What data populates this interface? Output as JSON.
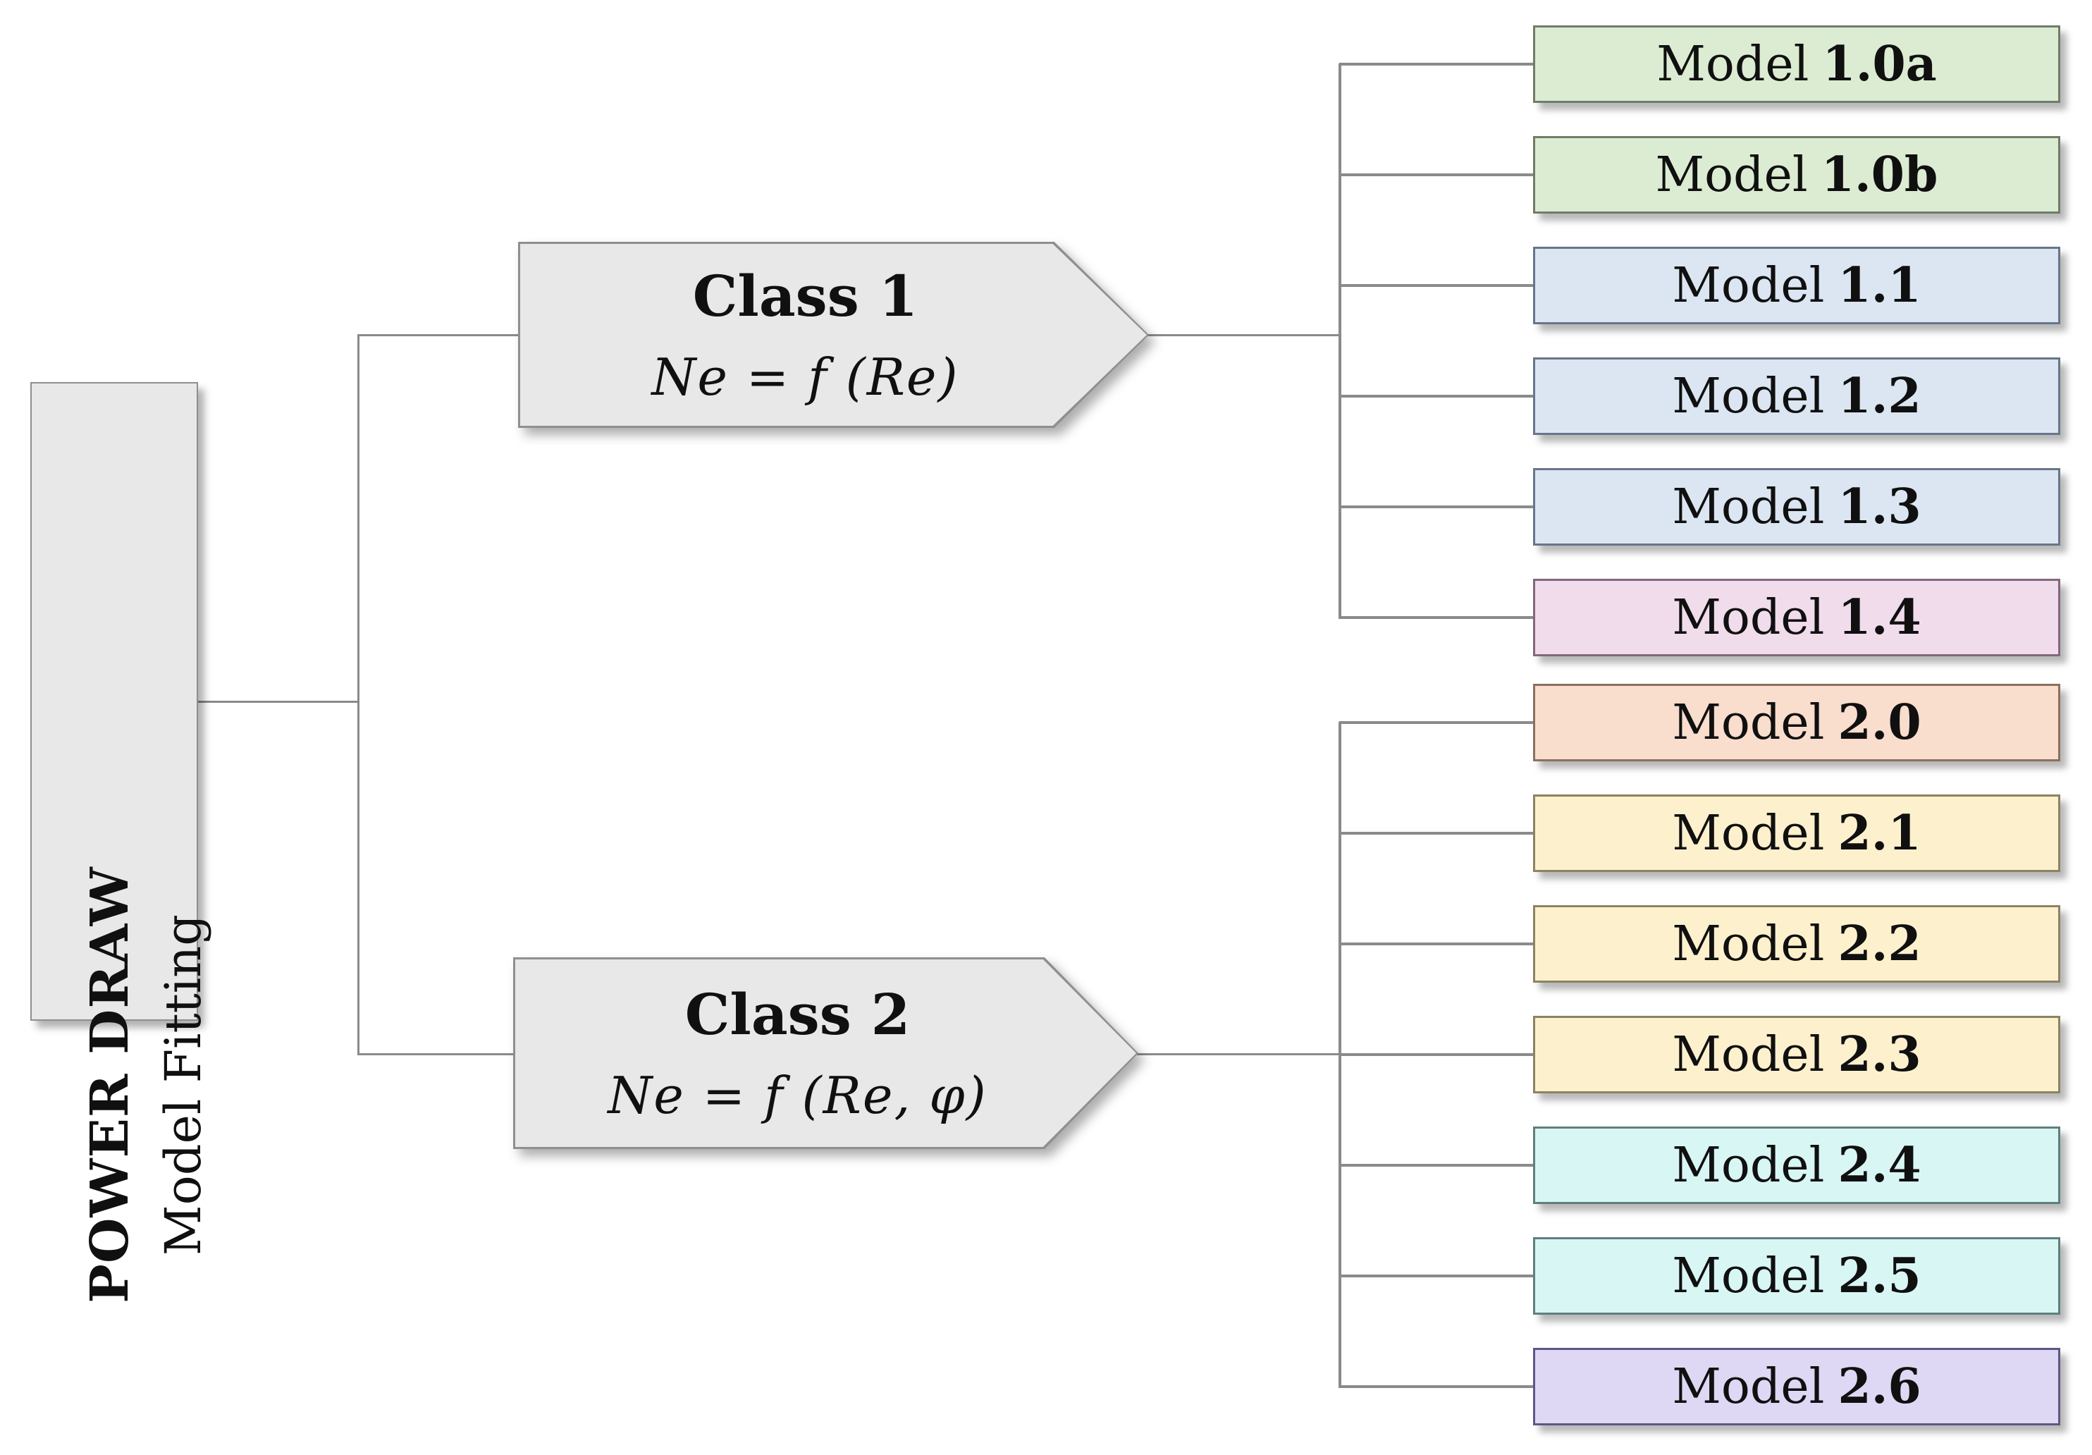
{
  "root": {
    "title": "POWER DRAW",
    "subtitle": "Model Fitting"
  },
  "classes": [
    {
      "name": "Class 1",
      "equation": "Ne = f (Re)"
    },
    {
      "name": "Class 2",
      "equation": "Ne = f (Re, φ)"
    }
  ],
  "models": [
    {
      "prefix": "Model",
      "number": "1.0a",
      "group": "Class 1",
      "fill": "#dcecd2",
      "border": "#6f7d68"
    },
    {
      "prefix": "Model",
      "number": "1.0b",
      "group": "Class 1",
      "fill": "#dcecd2",
      "border": "#6f7d68"
    },
    {
      "prefix": "Model",
      "number": "1.1",
      "group": "Class 1",
      "fill": "#dbe6f2",
      "border": "#677689"
    },
    {
      "prefix": "Model",
      "number": "1.2",
      "group": "Class 1",
      "fill": "#dbe6f2",
      "border": "#677689"
    },
    {
      "prefix": "Model",
      "number": "1.3",
      "group": "Class 1",
      "fill": "#dbe6f2",
      "border": "#677689"
    },
    {
      "prefix": "Model",
      "number": "1.4",
      "group": "Class 1",
      "fill": "#f1dcec",
      "border": "#83667e"
    },
    {
      "prefix": "Model",
      "number": "2.0",
      "group": "Class 2",
      "fill": "#f9ddcd",
      "border": "#8d6f5f"
    },
    {
      "prefix": "Model",
      "number": "2.1",
      "group": "Class 2",
      "fill": "#fdf1cd",
      "border": "#8d8262"
    },
    {
      "prefix": "Model",
      "number": "2.2",
      "group": "Class 2",
      "fill": "#fdf1cd",
      "border": "#8d8262"
    },
    {
      "prefix": "Model",
      "number": "2.3",
      "group": "Class 2",
      "fill": "#fdf1cd",
      "border": "#8d8262"
    },
    {
      "prefix": "Model",
      "number": "2.4",
      "group": "Class 2",
      "fill": "#d8f6f4",
      "border": "#5f7f7d"
    },
    {
      "prefix": "Model",
      "number": "2.5",
      "group": "Class 2",
      "fill": "#d8f6f4",
      "border": "#5f7f7d"
    },
    {
      "prefix": "Model",
      "number": "2.6",
      "group": "Class 2",
      "fill": "#ded8f4",
      "border": "#5d5784"
    }
  ],
  "colors": {
    "connector": "#8a8a8a",
    "node_fill": "#e9e8e8",
    "node_border": "#8f8f8f",
    "text": "#101010",
    "background": "#ffffff"
  }
}
